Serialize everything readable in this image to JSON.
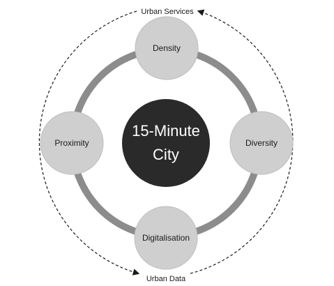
{
  "diagram": {
    "top_label": "Urban Services",
    "bottom_label": "Urban Data",
    "center": {
      "line1": "15-Minute",
      "line2": "City"
    },
    "nodes": {
      "top": "Density",
      "right": "Diversity",
      "bottom": "Digitalisation",
      "left": "Proximity"
    },
    "colors": {
      "center_fill": "#2a2a2a",
      "node_fill": "#cfcfcf",
      "ring": "#8c8c8c",
      "dashed": "#1a1a1a"
    }
  }
}
